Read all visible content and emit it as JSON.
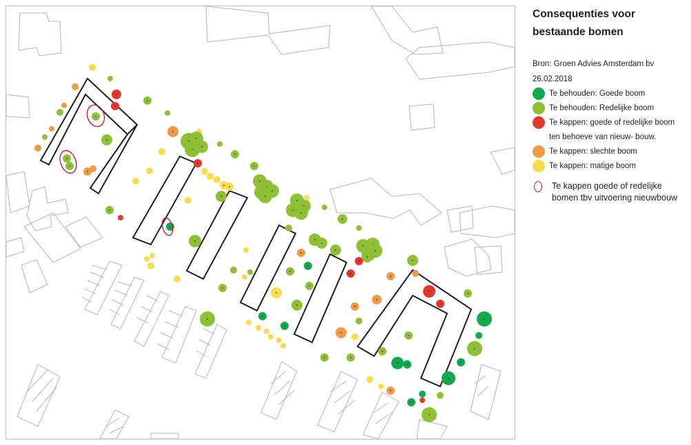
{
  "legend": {
    "title": "Consequenties voor bestaande bomen",
    "source_line1": "Bron: Groen Advies Amsterdam bv",
    "source_line2": "26.02.2018",
    "items": [
      {
        "label": "Te behouden: Goede boom",
        "color": "#12a84d"
      },
      {
        "label": "Te behouden: Redelijke boom",
        "color": "#8ebf35"
      },
      {
        "label": "Te kappen: goede of redelijke boom ten behoeve van nieuw- bouw.",
        "color": "#e2372b"
      },
      {
        "label": "Te kappen: slechte boom",
        "color": "#ef9a45"
      },
      {
        "label": "Te kappen: matige boom",
        "color": "#f7dc4e"
      }
    ],
    "ring_label": "Te kappen goede of redelijke bomen tbv uitvoering nieuwbouw",
    "ring_color": "#c8102e"
  }
}
